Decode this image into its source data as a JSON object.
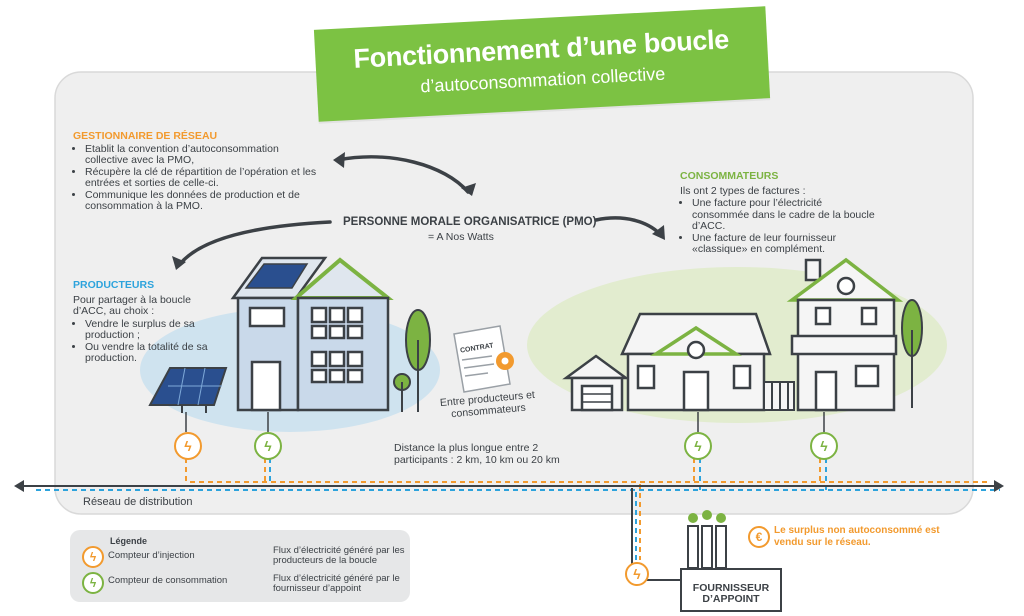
{
  "title": {
    "main": "Fonctionnement d’une boucle",
    "sub": "d’autoconsommation collective"
  },
  "gestionnaire": {
    "heading": "GESTIONNAIRE DE RÉSEAU",
    "items": [
      "Etablit la convention d’autoconsommation collective avec la PMO,",
      "Récupère la clé de répartition de l’opération et les entrées et sorties de celle-ci.",
      "Communique les données de production et de consommation à la PMO."
    ]
  },
  "pmo": {
    "title": "PERSONNE MORALE ORGANISATRICE (PMO)",
    "sub": "= A Nos Watts"
  },
  "producteurs": {
    "heading": "PRODUCTEURS",
    "intro": "Pour partager à la boucle d’ACC, au choix :",
    "items": [
      "Vendre le surplus de sa production ;",
      "Ou vendre la totalité de sa production."
    ]
  },
  "consommateurs": {
    "heading": "CONSOMMATEURS",
    "intro": "Ils ont 2 types de factures :",
    "items": [
      "Une facture pour l’électricité consommée dans le cadre de la boucle d’ACC.",
      "Une facture de leur fournisseur «classique» en complément."
    ]
  },
  "contract": {
    "label": "CONTRAT",
    "caption": "Entre producteurs et consommateurs"
  },
  "distance": "Distance la plus longue entre 2 participants : 2 km, 10 km ou 20 km",
  "reseau": "Réseau de distribution",
  "surplus": "Le surplus non autoconsommé est vendu sur le réseau.",
  "surplus_icon": "€",
  "fournisseur": "FOURNISSEUR D’APPOINT",
  "legend": {
    "title": "Légende",
    "injection": "Compteur d’injection",
    "consommation": "Compteur de consommation",
    "flux_producteurs": "Flux d’électricité généré par les producteurs de la boucle",
    "flux_fournisseur": "Flux d’électricité généré par le fournisseur d’appoint"
  },
  "meter_icon": "ϟ",
  "colors": {
    "green": "#7cc243",
    "orange": "#f29a2e",
    "blue": "#2da3dc",
    "dark": "#3c4146",
    "panel": "#efefef",
    "producer_blob": "#cfe3ef",
    "consumer_blob": "#e2eccf"
  }
}
